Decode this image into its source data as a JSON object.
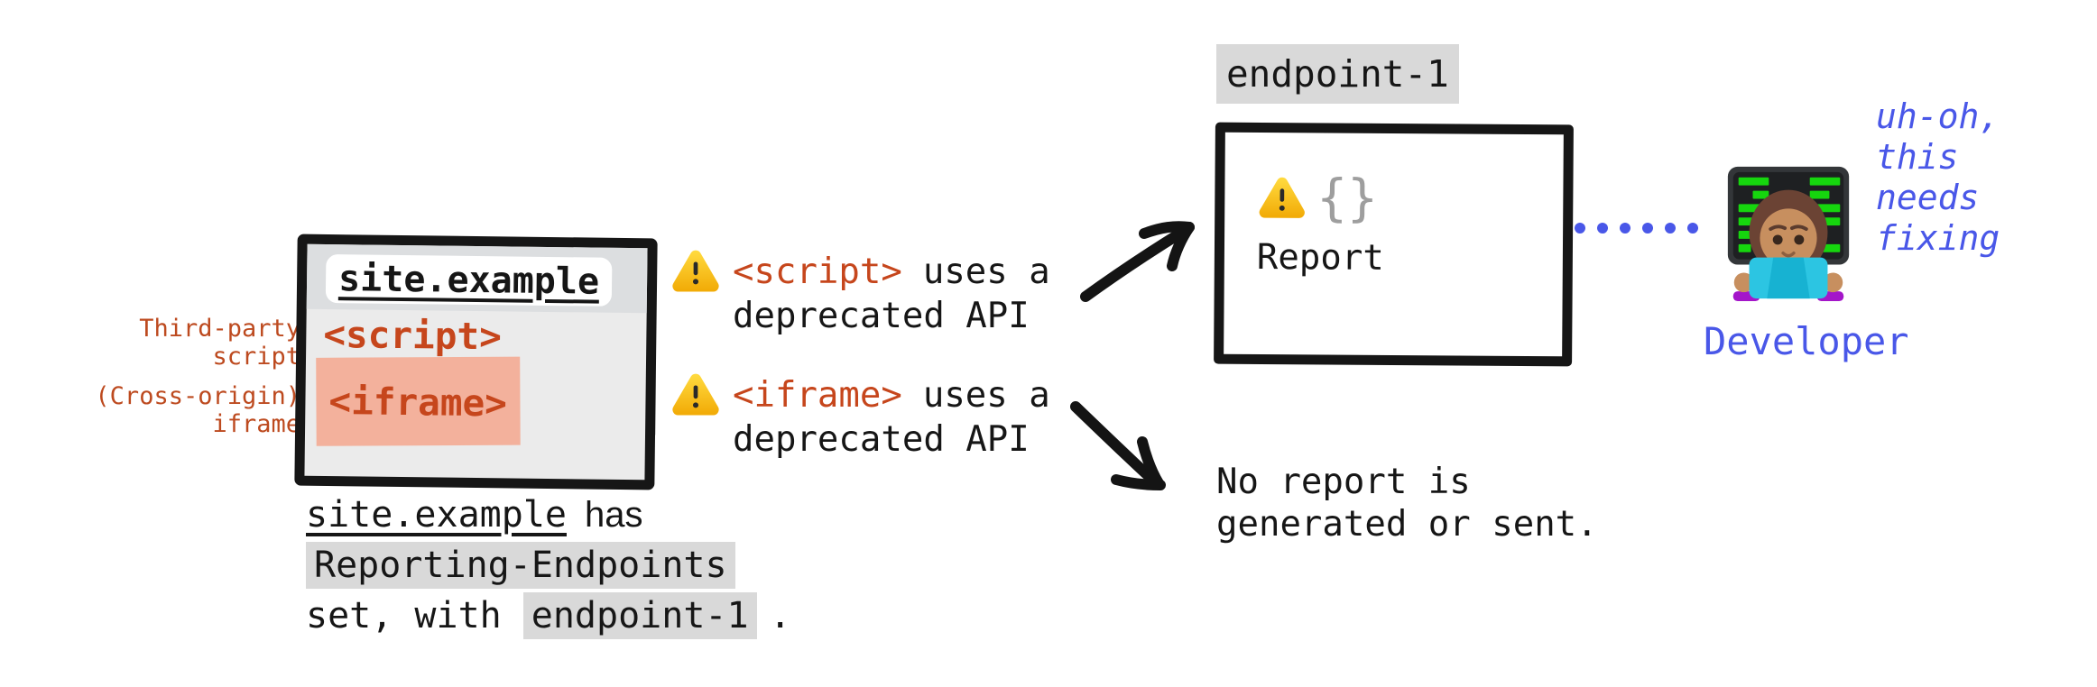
{
  "window": {
    "url": "site.example",
    "script_tag": "<script>",
    "iframe_tag": "<iframe>"
  },
  "side_labels": {
    "script_l1": "Third-party",
    "script_l2": "script",
    "iframe_l1": "(Cross-origin)",
    "iframe_l2": "iframe"
  },
  "caption": {
    "code": "site.example",
    "after_code": "has",
    "header_highlight": "Reporting-Endpoints",
    "line3_pre": "set, with",
    "endpoint_highlight": "endpoint-1",
    "line3_post": "."
  },
  "warnings": {
    "script": {
      "tag": "<script>",
      "rest": "uses a",
      "line2": "deprecated API"
    },
    "iframe": {
      "tag": "<iframe>",
      "rest": "uses a",
      "line2": "deprecated API"
    }
  },
  "endpoint_box": {
    "label": "endpoint-1",
    "braces": "{}",
    "report": "Report"
  },
  "no_report": {
    "line1": "No report is",
    "line2": "generated or sent."
  },
  "developer": {
    "thought_l1": "uh-oh,",
    "thought_l2": "this",
    "thought_l3": "needs",
    "thought_l4": "fixing",
    "label": "Developer"
  },
  "icons": {
    "warning": "warning-triangle-icon",
    "developer": "woman-technologist-emoji",
    "connector": "dotted-line"
  },
  "colors": {
    "code_red": "#c6461c",
    "label_red": "#bd4a1f",
    "salmon_highlight": "#f3b19c",
    "gray_highlight": "#d9d9d9",
    "blue": "#4957e8",
    "ink": "#161616",
    "brace_gray": "#9e9e9e"
  }
}
